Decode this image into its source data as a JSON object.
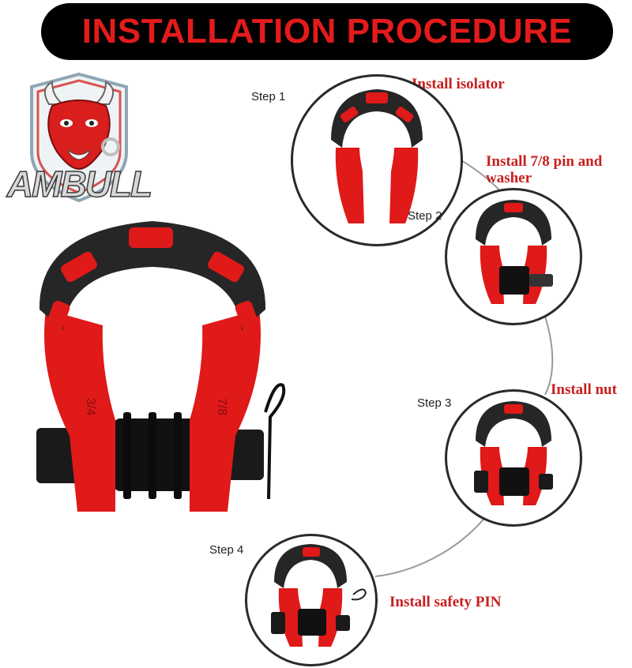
{
  "banner": {
    "title": "INSTALLATION PROCEDURE"
  },
  "logo": {
    "brand": "AMBULL"
  },
  "steps": [
    {
      "label": "Step 1",
      "title": "Install isolator"
    },
    {
      "label": "Step 2",
      "title": "Install 7/8 pin and washer"
    },
    {
      "label": "Step 3",
      "title": "Install nut"
    },
    {
      "label": "Step 4",
      "title": "Install safety PIN"
    }
  ],
  "main_product": {
    "left_marking": "3/4",
    "right_marking": "7/8"
  },
  "colors": {
    "accent_red": "#e31b1b",
    "title_red": "#c81e1e",
    "body_black": "#1a1a1a"
  }
}
